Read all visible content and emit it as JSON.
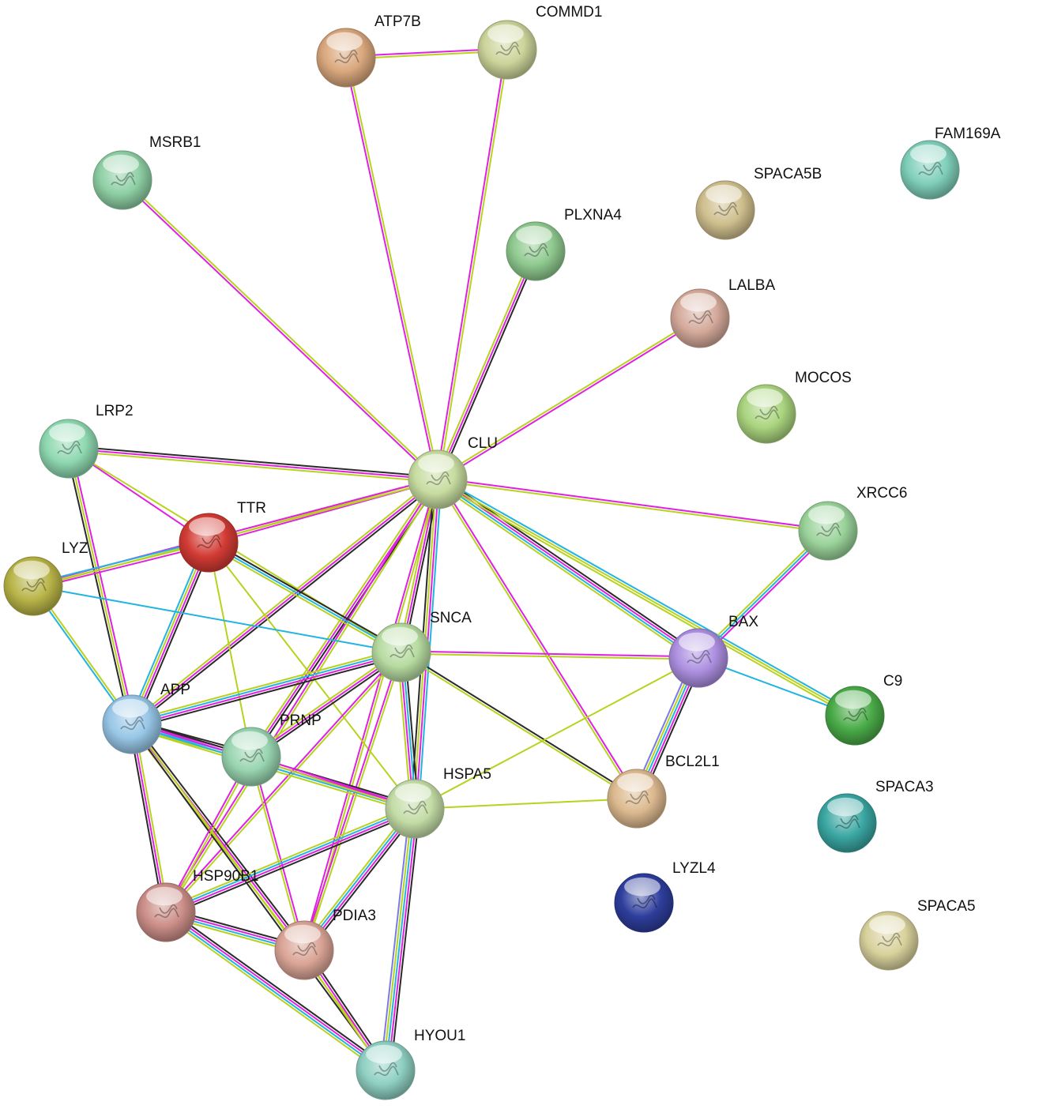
{
  "nodes": [
    {
      "id": "ATP7B",
      "label": "ATP7B",
      "color": "#d9a77c"
    },
    {
      "id": "COMMD1",
      "label": "COMMD1",
      "color": "#ccd49a"
    },
    {
      "id": "MSRB1",
      "label": "MSRB1",
      "color": "#8ecfa4"
    },
    {
      "id": "FAM169A",
      "label": "FAM169A",
      "color": "#7fcfba"
    },
    {
      "id": "SPACA5B",
      "label": "SPACA5B",
      "color": "#cfbf8e"
    },
    {
      "id": "PLXNA4",
      "label": "PLXNA4",
      "color": "#8fc98f"
    },
    {
      "id": "LALBA",
      "label": "LALBA",
      "color": "#d4a99a"
    },
    {
      "id": "MOCOS",
      "label": "MOCOS",
      "color": "#a9d47e"
    },
    {
      "id": "LRP2",
      "label": "LRP2",
      "color": "#8ed8b0"
    },
    {
      "id": "CLU",
      "label": "CLU",
      "color": "#c7dca0"
    },
    {
      "id": "XRCC6",
      "label": "XRCC6",
      "color": "#9ad29a"
    },
    {
      "id": "TTR",
      "label": "TTR",
      "color": "#d23b34"
    },
    {
      "id": "LYZ",
      "label": "LYZ",
      "color": "#b8b448"
    },
    {
      "id": "SNCA",
      "label": "SNCA",
      "color": "#b6dba0"
    },
    {
      "id": "BAX",
      "label": "BAX",
      "color": "#ac8fe0"
    },
    {
      "id": "APP",
      "label": "APP",
      "color": "#97c6e6"
    },
    {
      "id": "C9",
      "label": "C9",
      "color": "#4aab48"
    },
    {
      "id": "PRNP",
      "label": "PRNP",
      "color": "#98d4b0"
    },
    {
      "id": "HSPA5",
      "label": "HSPA5",
      "color": "#c3dca6"
    },
    {
      "id": "BCL2L1",
      "label": "BCL2L1",
      "color": "#dcb98f"
    },
    {
      "id": "SPACA3",
      "label": "SPACA3",
      "color": "#3aa6a2"
    },
    {
      "id": "LYZL4",
      "label": "LYZL4",
      "color": "#2e3e9c"
    },
    {
      "id": "HSP90B1",
      "label": "HSP90B1",
      "color": "#cc8e88"
    },
    {
      "id": "PDIA3",
      "label": "PDIA3",
      "color": "#daa496"
    },
    {
      "id": "SPACA5",
      "label": "SPACA5",
      "color": "#d8d19c"
    },
    {
      "id": "HYOU1",
      "label": "HYOU1",
      "color": "#8fd0c2"
    }
  ],
  "edges": [
    {
      "source": "ATP7B",
      "target": "COMMD1",
      "types": [
        "magenta",
        "yellow"
      ]
    },
    {
      "source": "ATP7B",
      "target": "CLU",
      "types": [
        "yellow",
        "magenta"
      ]
    },
    {
      "source": "COMMD1",
      "target": "CLU",
      "types": [
        "yellow",
        "magenta"
      ]
    },
    {
      "source": "MSRB1",
      "target": "CLU",
      "types": [
        "yellow",
        "magenta"
      ]
    },
    {
      "source": "PLXNA4",
      "target": "CLU",
      "types": [
        "black",
        "magenta",
        "yellow"
      ]
    },
    {
      "source": "LALBA",
      "target": "CLU",
      "types": [
        "magenta",
        "yellow"
      ]
    },
    {
      "source": "LRP2",
      "target": "CLU",
      "types": [
        "black",
        "magenta",
        "yellow"
      ]
    },
    {
      "source": "LRP2",
      "target": "TTR",
      "types": [
        "magenta"
      ]
    },
    {
      "source": "LRP2",
      "target": "APP",
      "types": [
        "magenta",
        "yellow",
        "black"
      ]
    },
    {
      "source": "LRP2",
      "target": "SNCA",
      "types": [
        "yellow"
      ]
    },
    {
      "source": "CLU",
      "target": "TTR",
      "types": [
        "magenta",
        "yellow"
      ]
    },
    {
      "source": "CLU",
      "target": "LYZ",
      "types": [
        "yellow",
        "magenta"
      ]
    },
    {
      "source": "CLU",
      "target": "SNCA",
      "types": [
        "black",
        "magenta",
        "yellow"
      ]
    },
    {
      "source": "CLU",
      "target": "APP",
      "types": [
        "black",
        "magenta",
        "yellow"
      ]
    },
    {
      "source": "CLU",
      "target": "PRNP",
      "types": [
        "black",
        "magenta",
        "yellow"
      ]
    },
    {
      "source": "CLU",
      "target": "HSPA5",
      "types": [
        "cyan",
        "magenta",
        "yellow",
        "black"
      ]
    },
    {
      "source": "CLU",
      "target": "XRCC6",
      "types": [
        "magenta",
        "yellow"
      ]
    },
    {
      "source": "CLU",
      "target": "BAX",
      "types": [
        "black",
        "magenta",
        "cyan",
        "yellow"
      ]
    },
    {
      "source": "CLU",
      "target": "C9",
      "types": [
        "cyan",
        "yellow",
        "yellow"
      ]
    },
    {
      "source": "CLU",
      "target": "BCL2L1",
      "types": [
        "magenta",
        "yellow"
      ]
    },
    {
      "source": "CLU",
      "target": "HSP90B1",
      "types": [
        "yellow",
        "magenta"
      ]
    },
    {
      "source": "CLU",
      "target": "PDIA3",
      "types": [
        "yellow",
        "magenta"
      ]
    },
    {
      "source": "TTR",
      "target": "LYZ",
      "types": [
        "magenta",
        "yellow",
        "cyan"
      ]
    },
    {
      "source": "TTR",
      "target": "APP",
      "types": [
        "black",
        "magenta",
        "yellow",
        "cyan"
      ]
    },
    {
      "source": "TTR",
      "target": "SNCA",
      "types": [
        "black",
        "cyan",
        "yellow"
      ]
    },
    {
      "source": "TTR",
      "target": "PRNP",
      "types": [
        "yellow"
      ]
    },
    {
      "source": "TTR",
      "target": "HSPA5",
      "types": [
        "yellow"
      ]
    },
    {
      "source": "LYZ",
      "target": "SNCA",
      "types": [
        "cyan"
      ]
    },
    {
      "source": "LYZ",
      "target": "APP",
      "types": [
        "yellow",
        "cyan"
      ]
    },
    {
      "source": "XRCC6",
      "target": "BAX",
      "types": [
        "magenta",
        "cyan",
        "yellow"
      ]
    },
    {
      "source": "SNCA",
      "target": "BAX",
      "types": [
        "magenta",
        "yellow"
      ]
    },
    {
      "source": "SNCA",
      "target": "APP",
      "types": [
        "black",
        "magenta",
        "cyan",
        "yellow"
      ]
    },
    {
      "source": "SNCA",
      "target": "PRNP",
      "types": [
        "black",
        "magenta",
        "yellow"
      ]
    },
    {
      "source": "SNCA",
      "target": "HSPA5",
      "types": [
        "black",
        "cyan",
        "magenta",
        "yellow"
      ]
    },
    {
      "source": "SNCA",
      "target": "BCL2L1",
      "types": [
        "black",
        "yellow"
      ]
    },
    {
      "source": "SNCA",
      "target": "HSP90B1",
      "types": [
        "yellow",
        "magenta"
      ]
    },
    {
      "source": "SNCA",
      "target": "PDIA3",
      "types": [
        "yellow",
        "magenta"
      ]
    },
    {
      "source": "BAX",
      "target": "BCL2L1",
      "types": [
        "black",
        "magenta",
        "cyan",
        "yellow",
        "blue"
      ]
    },
    {
      "source": "BAX",
      "target": "C9",
      "types": [
        "cyan"
      ]
    },
    {
      "source": "BAX",
      "target": "HSPA5",
      "types": [
        "yellow"
      ]
    },
    {
      "source": "APP",
      "target": "PRNP",
      "types": [
        "black",
        "magenta",
        "cyan",
        "yellow"
      ]
    },
    {
      "source": "APP",
      "target": "HSPA5",
      "types": [
        "black",
        "magenta",
        "cyan",
        "yellow"
      ]
    },
    {
      "source": "APP",
      "target": "HSP90B1",
      "types": [
        "yellow",
        "magenta",
        "black"
      ]
    },
    {
      "source": "APP",
      "target": "PDIA3",
      "types": [
        "black",
        "magenta",
        "yellow"
      ]
    },
    {
      "source": "APP",
      "target": "HYOU1",
      "types": [
        "yellow",
        "black"
      ]
    },
    {
      "source": "PRNP",
      "target": "HSPA5",
      "types": [
        "magenta",
        "yellow"
      ]
    },
    {
      "source": "PRNP",
      "target": "HSP90B1",
      "types": [
        "yellow",
        "magenta"
      ]
    },
    {
      "source": "PRNP",
      "target": "PDIA3",
      "types": [
        "magenta",
        "yellow"
      ]
    },
    {
      "source": "HSPA5",
      "target": "BCL2L1",
      "types": [
        "yellow"
      ]
    },
    {
      "source": "HSPA5",
      "target": "HSP90B1",
      "types": [
        "black",
        "magenta",
        "cyan",
        "yellow"
      ]
    },
    {
      "source": "HSPA5",
      "target": "PDIA3",
      "types": [
        "black",
        "magenta",
        "cyan",
        "yellow"
      ]
    },
    {
      "source": "HSPA5",
      "target": "HYOU1",
      "types": [
        "black",
        "magenta",
        "cyan",
        "yellow",
        "blue"
      ]
    },
    {
      "source": "HSP90B1",
      "target": "PDIA3",
      "types": [
        "black",
        "magenta",
        "cyan",
        "yellow"
      ]
    },
    {
      "source": "HSP90B1",
      "target": "HYOU1",
      "types": [
        "black",
        "magenta",
        "cyan",
        "yellow"
      ]
    },
    {
      "source": "PDIA3",
      "target": "HYOU1",
      "types": [
        "black",
        "magenta",
        "yellow"
      ]
    }
  ],
  "edge_colors": {
    "magenta": "#e020e0",
    "yellow": "#b8d21e",
    "black": "#2a2a2a",
    "cyan": "#22b4e0",
    "blue": "#7a7ae6"
  }
}
